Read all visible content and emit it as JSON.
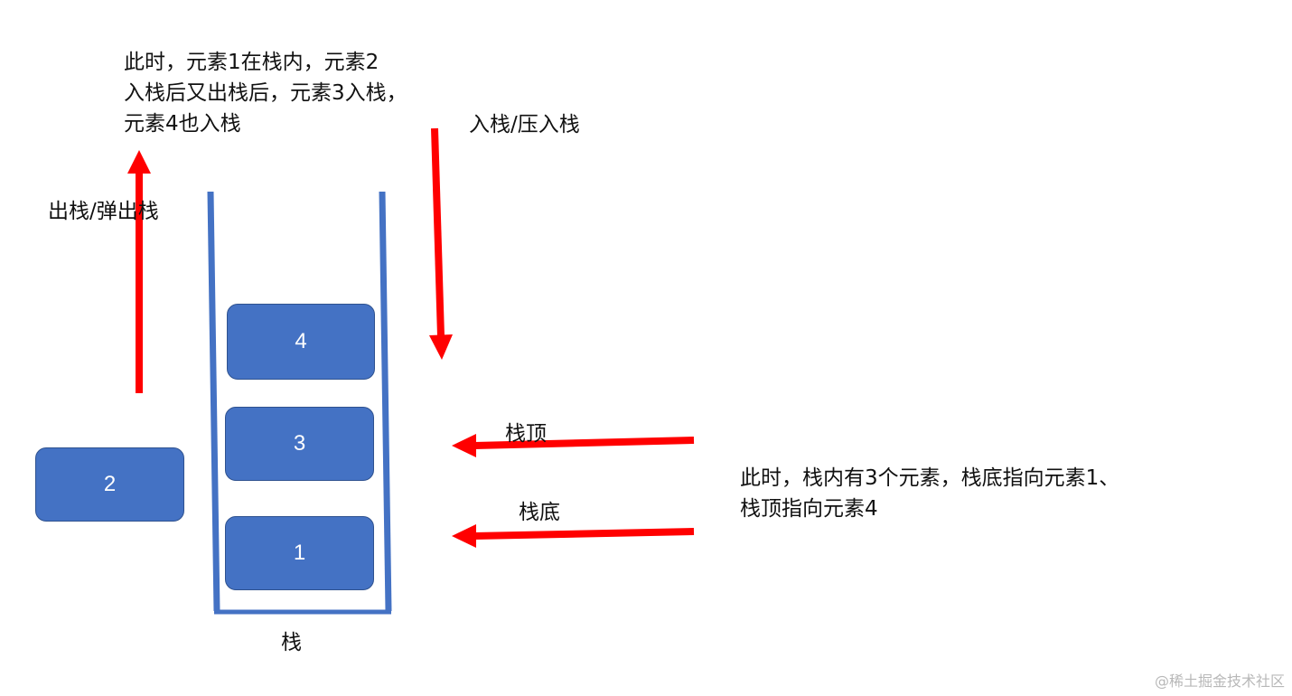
{
  "notes": {
    "pop_state": [
      "此时，元素1在栈内，元素2",
      "入栈后又出栈后，元素3入栈，",
      "元素4也入栈"
    ],
    "stack_state": [
      "此时，栈内有3个元素，栈底指向元素1、",
      "栈顶指向元素4"
    ]
  },
  "labels": {
    "push": "入栈/压入栈",
    "pop": "出栈/弹出栈",
    "top": "栈顶",
    "bottom": "栈底",
    "stack": "栈"
  },
  "elements": {
    "popped": "2",
    "stack": [
      "1",
      "3",
      "4"
    ]
  },
  "watermark": "@稀土掘金技术社区",
  "colors": {
    "element_fill": "#4472c4",
    "element_border": "#2f528f",
    "stack_wall": "#4472c4",
    "arrow": "#ff0000"
  }
}
